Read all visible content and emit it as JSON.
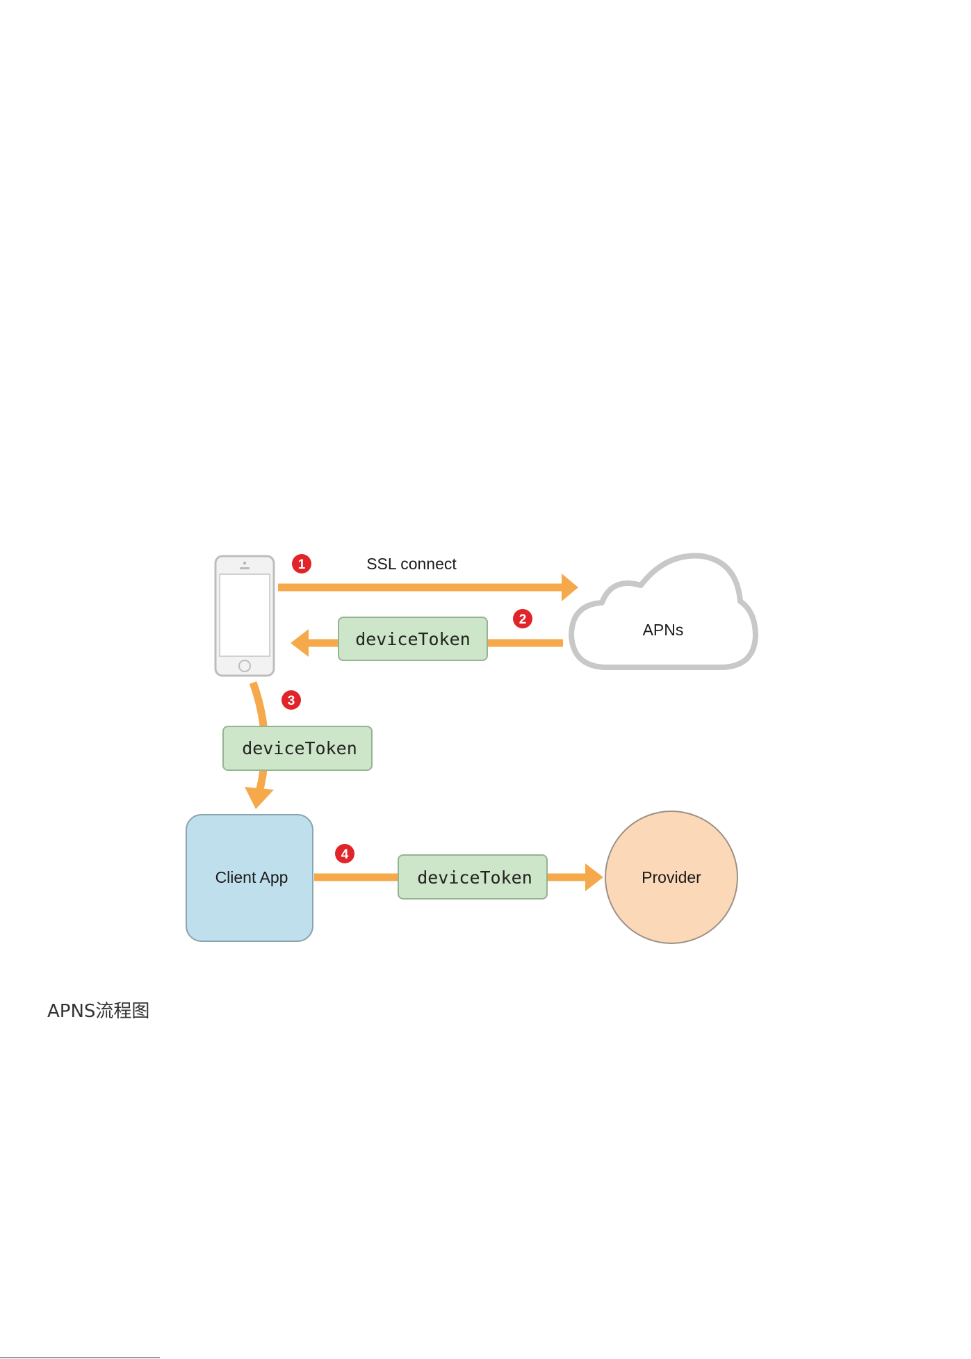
{
  "diagram": {
    "steps": [
      {
        "number": "1",
        "label": "SSL connect"
      },
      {
        "number": "2",
        "label": "deviceToken"
      },
      {
        "number": "3",
        "label": "deviceToken"
      },
      {
        "number": "4",
        "label": "deviceToken"
      }
    ],
    "nodes": {
      "apns": "APNs",
      "client_app": "Client App",
      "provider": "Provider"
    }
  },
  "caption": "APNS流程图",
  "colors": {
    "arrow": "#f5a94a",
    "token_box": "#cde5c8",
    "client_app": "#bfdfec",
    "provider": "#fbd9b8",
    "cloud": "#c8c8c8",
    "badge": "#e0242a"
  }
}
